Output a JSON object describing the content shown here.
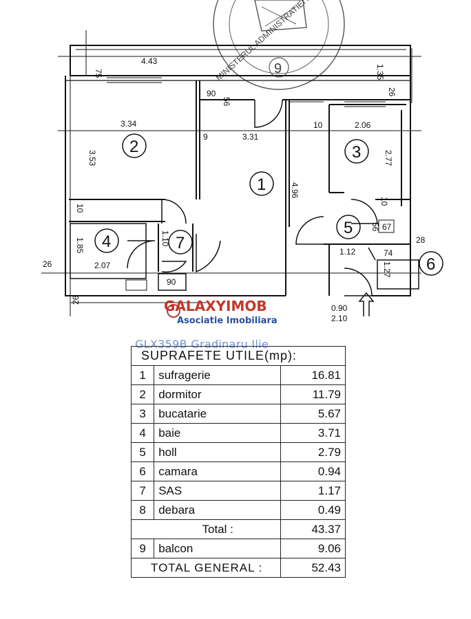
{
  "stamp": {
    "text": "MINISTERUL ADMINISTRATIEI PUBLICE · ROMANIA · JUDETUL BUCURESTI",
    "number": "9"
  },
  "watermark": {
    "brand": "GALAXYIMOB",
    "tagline": "Asociatie Imobiliara"
  },
  "listing_code": "GLX359B Gradinaru Ilie",
  "plan": {
    "rooms": [
      "1",
      "2",
      "3",
      "4",
      "5",
      "6",
      "7"
    ],
    "dimensions": {
      "d_443": "4.43",
      "d_75": "75",
      "d_135": "1.35",
      "d_26_top": "26",
      "d_90_top": "90",
      "d_56_top": "56",
      "d_334": "3.34",
      "d_331": "3.31",
      "d_9": "9",
      "d_10_top": "10",
      "d_206": "2.06",
      "d_277": "2.77",
      "d_353": "3.53",
      "d_10_left": "10",
      "d_496": "4.96",
      "d_10_right": "10",
      "d_56_mid": "56",
      "d_67": "67",
      "d_28": "28",
      "d_185": "1.85",
      "d_110": "1.10",
      "d_26_left": "26",
      "d_207": "2.07",
      "d_112": "1.12",
      "d_74": "74",
      "d_127": "1.27",
      "d_90_bottom": "90",
      "d_26_bottom": "26",
      "d_090": "0.90",
      "d_210": "2.10"
    }
  },
  "areas": {
    "title": "SUPRAFETE UTILE(mp):",
    "rows": [
      {
        "num": "1",
        "name": "sufragerie",
        "value": "16.81"
      },
      {
        "num": "2",
        "name": "dormitor",
        "value": "11.79"
      },
      {
        "num": "3",
        "name": "bucatarie",
        "value": "5.67"
      },
      {
        "num": "4",
        "name": "baie",
        "value": "3.71"
      },
      {
        "num": "5",
        "name": "holl",
        "value": "2.79"
      },
      {
        "num": "6",
        "name": "camara",
        "value": "0.94"
      },
      {
        "num": "7",
        "name": "SAS",
        "value": "1.17"
      },
      {
        "num": "8",
        "name": "debara",
        "value": "0.49"
      }
    ],
    "total_label": "Total :",
    "total_value": "43.37",
    "balcony": {
      "num": "9",
      "name": "balcon",
      "value": "9.06"
    },
    "grand_total_label": "TOTAL GENERAL :",
    "grand_total_value": "52.43"
  }
}
